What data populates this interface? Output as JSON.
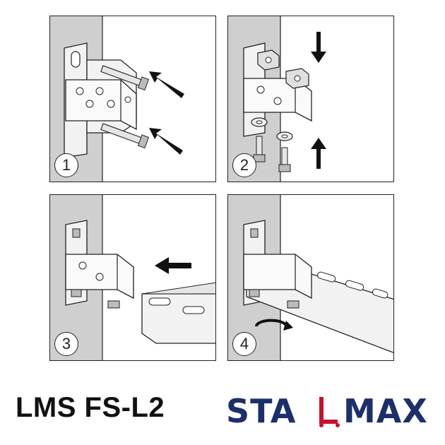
{
  "steps": [
    {
      "number": "1",
      "action": "insert-anchor-bolts"
    },
    {
      "number": "2",
      "action": "fit-channel-nuts-washers-bolts"
    },
    {
      "number": "3",
      "action": "slide-profile-into-bracket"
    },
    {
      "number": "4",
      "action": "tighten-bolts"
    }
  ],
  "product": {
    "model": "LMS FS-L2"
  },
  "brand": {
    "logo_text": "STALMAX",
    "primary_color": "#1c2f6b",
    "accent_color": "#c8102e"
  },
  "colors": {
    "wall": "#cfcfcf",
    "metal": "#f2f2f2",
    "outline": "#222222"
  }
}
